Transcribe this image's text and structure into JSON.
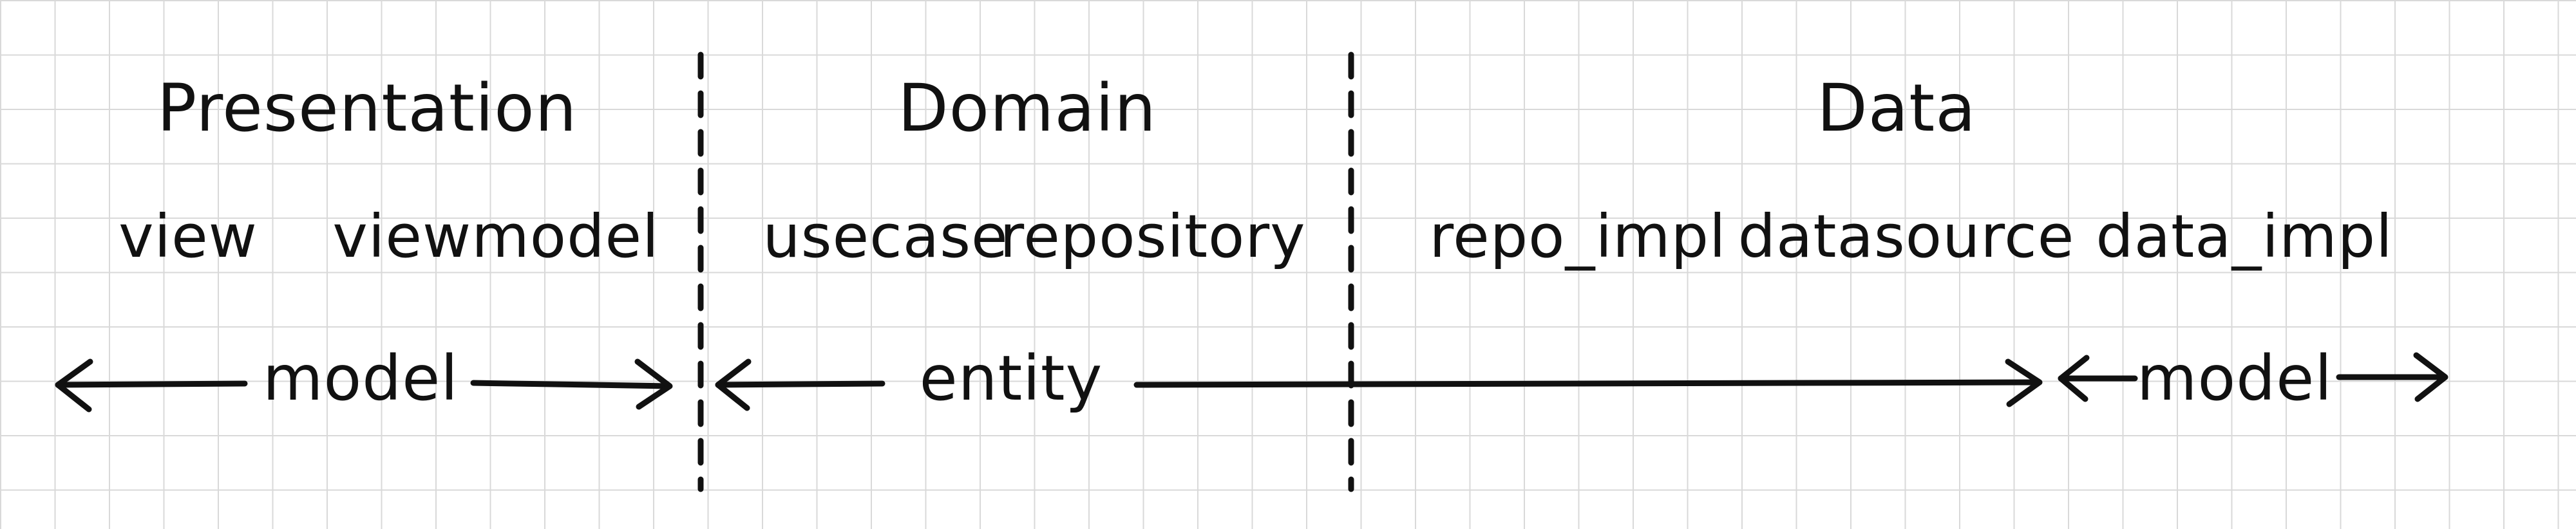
{
  "sections": {
    "presentation": "Presentation",
    "domain": "Domain",
    "data": "Data"
  },
  "components": {
    "view": "view",
    "viewmodel": "viewmodel",
    "usecase": "usecase",
    "repository": "repository",
    "repo_impl": "repo_impl",
    "datasource": "datasource",
    "data_impl": "data_impl"
  },
  "flows": {
    "presentation_model": "model",
    "entity": "entity",
    "data_model": "model"
  },
  "colors": {
    "ink": "#111111",
    "grid": "#d9d9d9",
    "background": "#ffffff"
  }
}
